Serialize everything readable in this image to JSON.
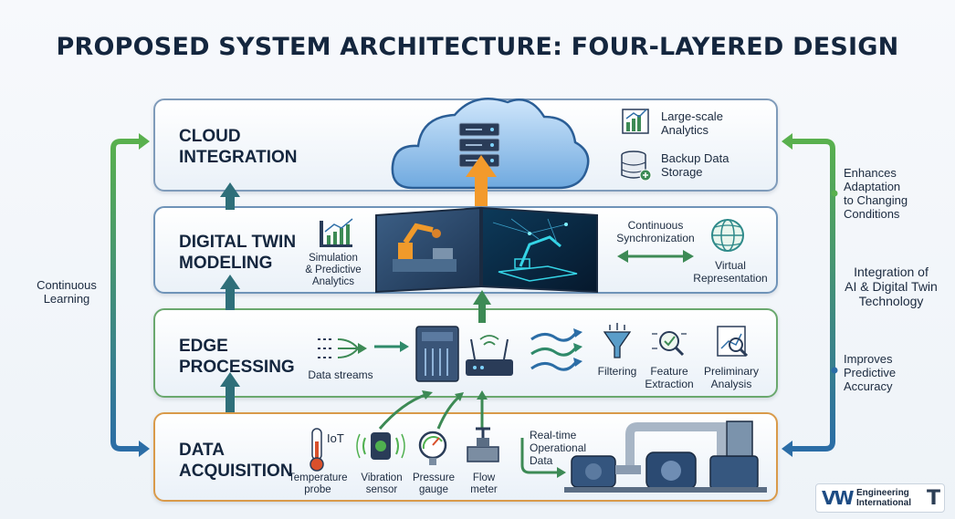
{
  "title": "PROPOSED SYSTEM ARCHITECTURE: FOUR-LAYERED DESIGN",
  "layers": {
    "cloud": {
      "title": "CLOUD\nINTEGRATION",
      "items": [
        "Large-scale\nAnalytics",
        "Backup Data\nStorage"
      ]
    },
    "twin": {
      "title": "DIGITAL TWIN\nMODELING",
      "analytics": "Simulation\n& Predictive\nAnalytics",
      "sync": "Continuous\nSynchronization",
      "virtual": "Virtual\nRepresentation"
    },
    "edge": {
      "title": "EDGE\nPROCESSING",
      "streams": "Data streams",
      "steps": [
        "Filtering",
        "Feature\nExtraction",
        "Preliminary\nAnalysis"
      ]
    },
    "acq": {
      "title": "DATA\nACQUISITION",
      "iot": "IoT",
      "sensors": [
        "Temperature\nprobe",
        "Vibration\nsensor",
        "Pressure\ngauge",
        "Flow\nmeter"
      ],
      "realtime": "Real-time\nOperational\nData"
    }
  },
  "side": {
    "left": "Continuous\nLearning",
    "right_top": "Enhances\nAdaptation\nto Changing\nConditions",
    "right_mid": "Integration of\nAI & Digital Twin\nTechnology",
    "right_bottom": "Improves\nPredictive\nAccuracy"
  },
  "logo": {
    "mark": "VW",
    "text": "Engineering\nInternational",
    "t": "T"
  },
  "colors": {
    "navy": "#14263e",
    "green": "#5aa84e",
    "blue": "#2f6fa8",
    "orange": "#f39a2b",
    "teal": "#2f8a8a"
  }
}
